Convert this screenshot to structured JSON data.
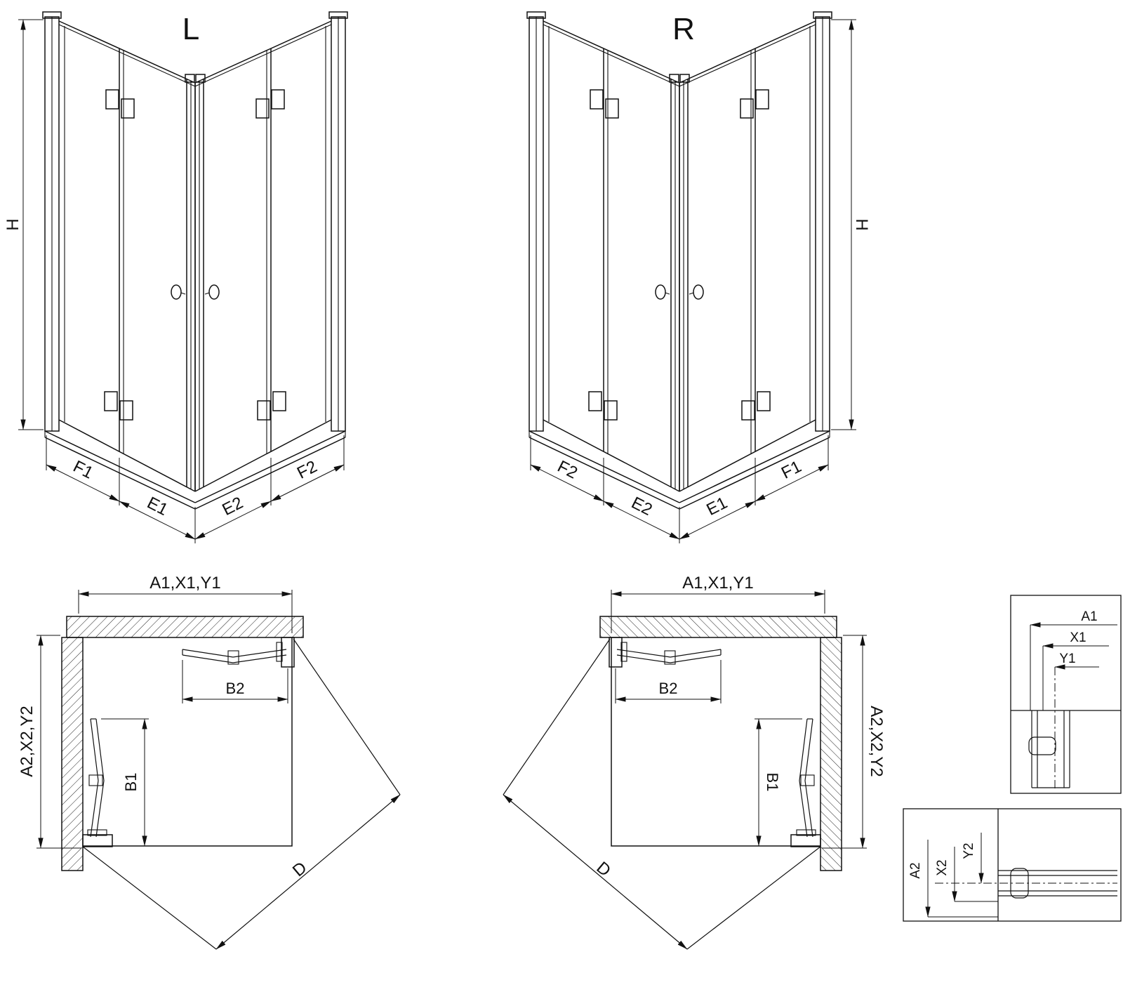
{
  "colors": {
    "background": "#ffffff",
    "line": "#111111"
  },
  "drawing": {
    "iso_left": {
      "title": "L",
      "height_label": "H",
      "base_segments": [
        "F1",
        "E1",
        "E2",
        "F2"
      ]
    },
    "iso_right": {
      "title": "R",
      "height_label": "H",
      "base_segments": [
        "F2",
        "E2",
        "E1",
        "F1"
      ]
    },
    "plan_left": {
      "width_label": "A1,X1,Y1",
      "depth_label": "A2,X2,Y2",
      "fold_top_label": "B2",
      "fold_side_label": "B1",
      "diagonal_label": "D"
    },
    "plan_right": {
      "width_label": "A1,X1,Y1",
      "depth_label": "A2,X2,Y2",
      "fold_top_label": "B2",
      "fold_side_label": "B1",
      "diagonal_label": "D"
    },
    "detail_top": {
      "labels": [
        "A1",
        "X1",
        "Y1"
      ]
    },
    "detail_bottom": {
      "labels": [
        "A2",
        "X2",
        "Y2"
      ]
    }
  }
}
